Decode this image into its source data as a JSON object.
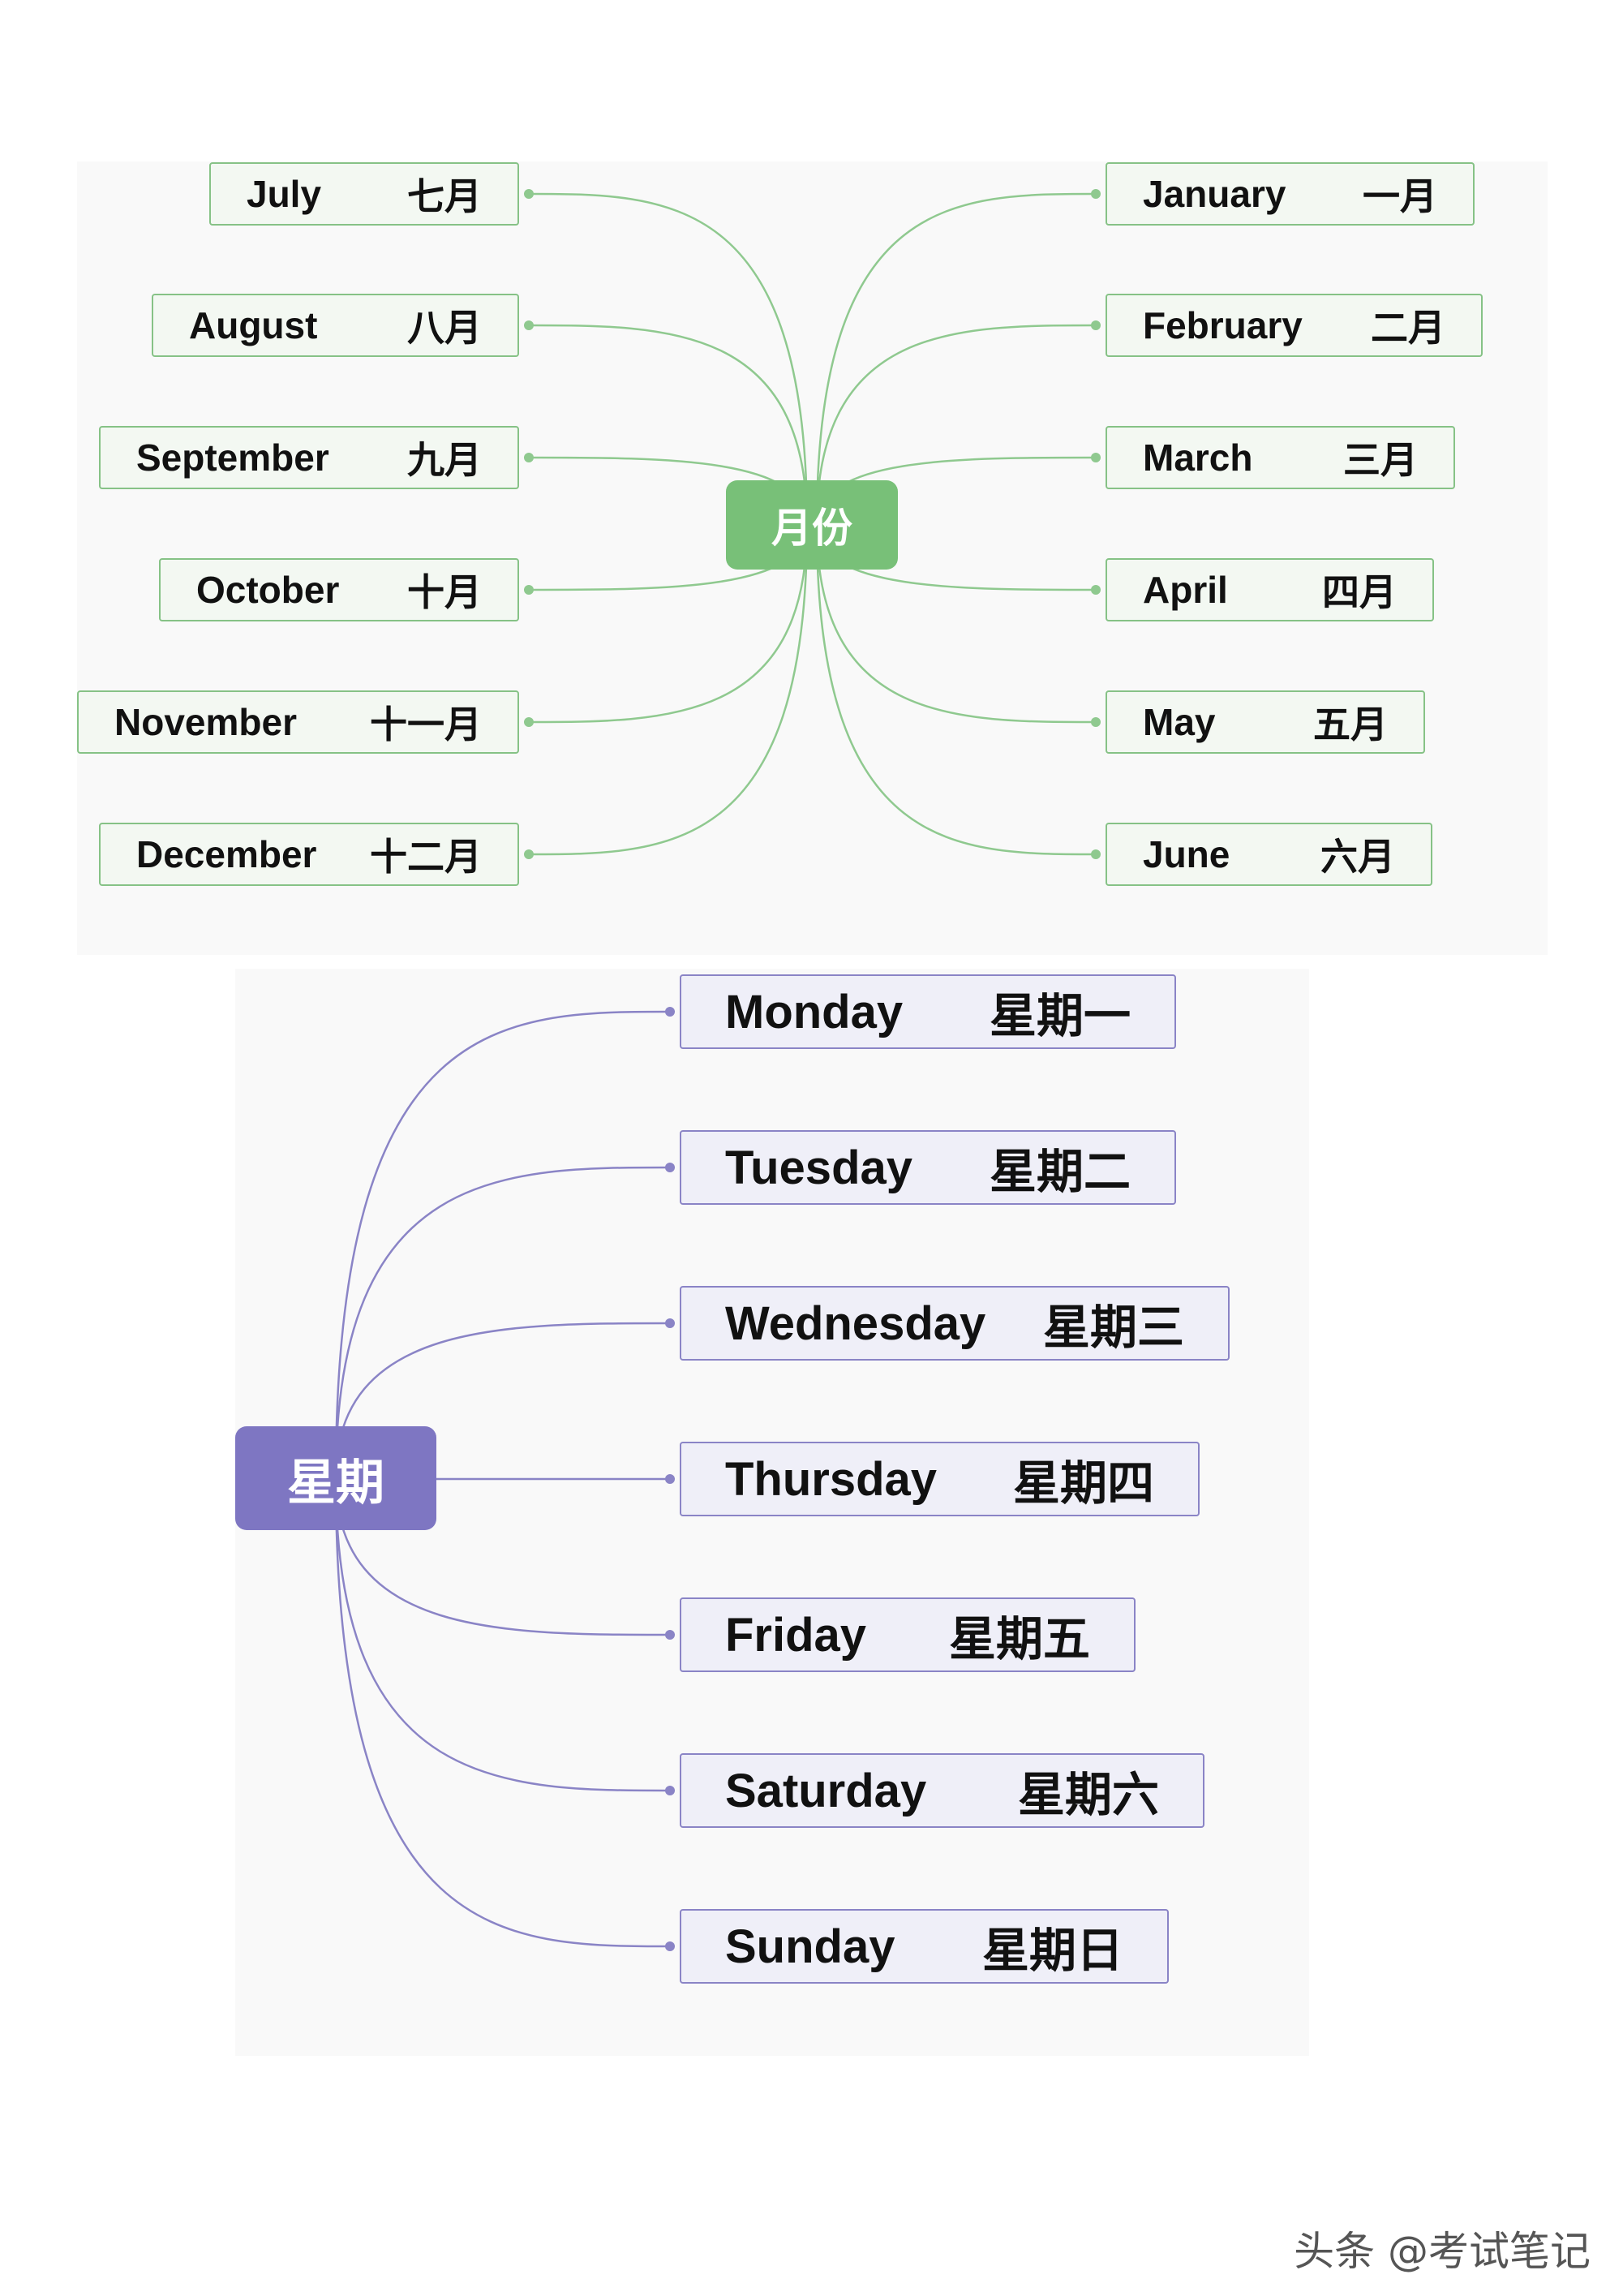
{
  "months": {
    "center_label": "月份",
    "left": [
      {
        "en": "July",
        "zh": "七月"
      },
      {
        "en": "August",
        "zh": "八月"
      },
      {
        "en": "September",
        "zh": "九月"
      },
      {
        "en": "October",
        "zh": "十月"
      },
      {
        "en": "November",
        "zh": "十一月"
      },
      {
        "en": "December",
        "zh": "十二月"
      }
    ],
    "right": [
      {
        "en": "January",
        "zh": "一月"
      },
      {
        "en": "February",
        "zh": "二月"
      },
      {
        "en": "March",
        "zh": "三月"
      },
      {
        "en": "April",
        "zh": "四月"
      },
      {
        "en": "May",
        "zh": "五月"
      },
      {
        "en": "June",
        "zh": "六月"
      }
    ],
    "colors": {
      "accent": "#78c078",
      "node_fill": "#f3f8f2",
      "node_border": "#86c286",
      "link": "#8fc98f"
    }
  },
  "weekdays": {
    "center_label": "星期",
    "items": [
      {
        "en": "Monday",
        "zh": "星期一"
      },
      {
        "en": "Tuesday",
        "zh": "星期二"
      },
      {
        "en": "Wednesday",
        "zh": "星期三"
      },
      {
        "en": "Thursday",
        "zh": "星期四"
      },
      {
        "en": "Friday",
        "zh": "星期五"
      },
      {
        "en": "Saturday",
        "zh": "星期六"
      },
      {
        "en": "Sunday",
        "zh": "星期日"
      }
    ],
    "colors": {
      "accent": "#7e76c2",
      "node_fill": "#efeff8",
      "node_border": "#8a84c6",
      "link": "#8a84c6"
    }
  },
  "watermark": "头条 @考试笔记"
}
